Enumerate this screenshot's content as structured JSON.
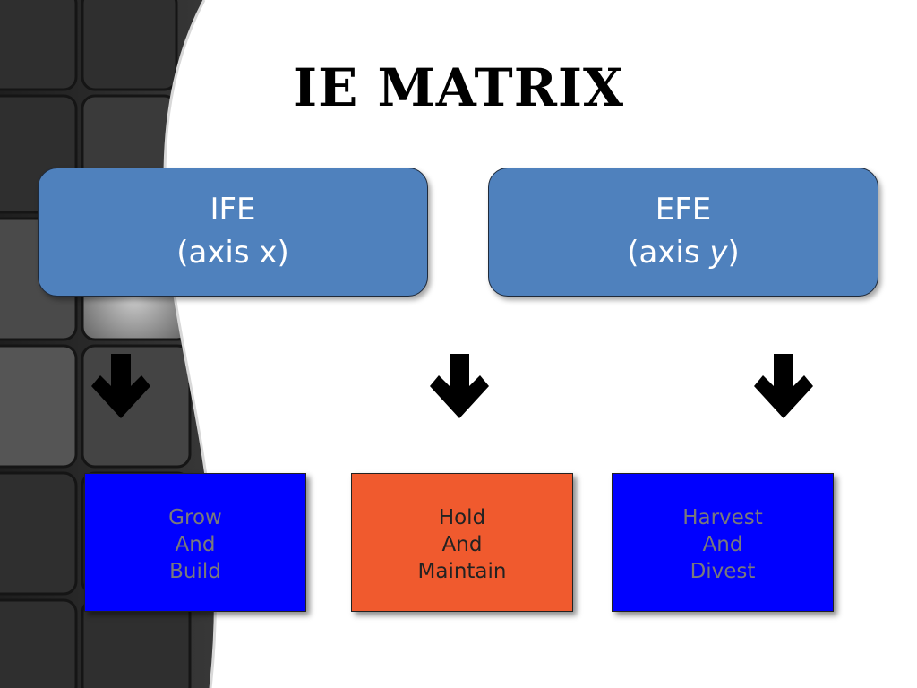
{
  "title": "IE MATRIX",
  "axes": {
    "ife": {
      "line1": "IFE",
      "line2_prefix": "(axis ",
      "line2_var": "x",
      "line2_suffix": ")"
    },
    "efe": {
      "line1": "EFE",
      "line2_prefix": "(axis ",
      "line2_var": "y",
      "line2_suffix": ")"
    }
  },
  "strategies": [
    {
      "lines": [
        "Grow",
        "And",
        "Build"
      ]
    },
    {
      "lines": [
        "Hold",
        "And",
        "Maintain"
      ]
    },
    {
      "lines": [
        "Harvest",
        "And",
        "Divest"
      ]
    }
  ],
  "colors": {
    "axis_box": "#4f81bd",
    "grow_box": "#0000ff",
    "hold_box": "#f05a2e",
    "harvest_box": "#0000ff"
  },
  "icons": [
    "down-arrow-icon"
  ]
}
